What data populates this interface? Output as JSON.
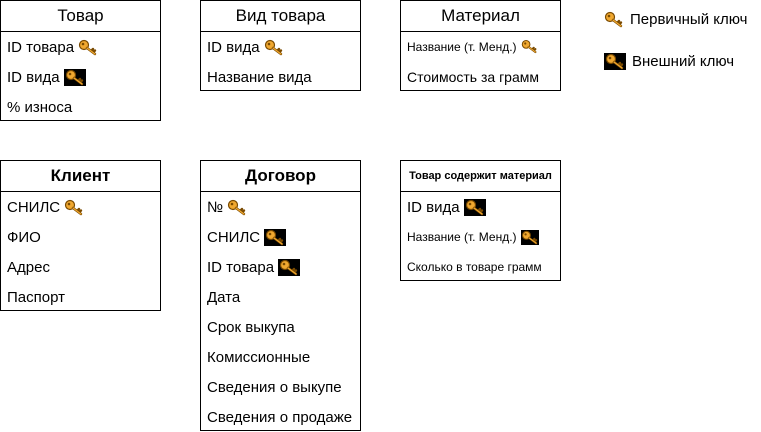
{
  "entities": {
    "tovar": {
      "title": "Товар",
      "rows": [
        "ID товара",
        "ID вида",
        "% износа"
      ]
    },
    "vid": {
      "title": "Вид товара",
      "rows": [
        "ID вида",
        "Название вида"
      ]
    },
    "material": {
      "title": "Материал",
      "rows": [
        "Название (т. Менд.)",
        "Стоимость за грамм"
      ]
    },
    "klient": {
      "title": "Клиент",
      "rows": [
        "СНИЛС",
        "ФИО",
        "Адрес",
        "Паспорт"
      ]
    },
    "dogovor": {
      "title": "Договор",
      "rows": [
        "№",
        "СНИЛС",
        "ID товара",
        "Дата",
        "Срок выкупа",
        "Комиссионные",
        "Сведения о выкупе",
        "Сведения о продаже"
      ]
    },
    "soderzhit": {
      "title": "Товар содержит материал",
      "rows": [
        "ID вида",
        "Название (т. Менд.)",
        "Сколько в товаре грамм"
      ]
    }
  },
  "legend": {
    "primary": "Первичный ключ",
    "foreign": "Внешний ключ"
  },
  "icons": {
    "primary_key": "key-icon",
    "foreign_key": "foreign-key-icon"
  },
  "colors": {
    "key_fill": "#f0a830",
    "key_stroke": "#7a4a00",
    "fk_bg": "#000000"
  }
}
